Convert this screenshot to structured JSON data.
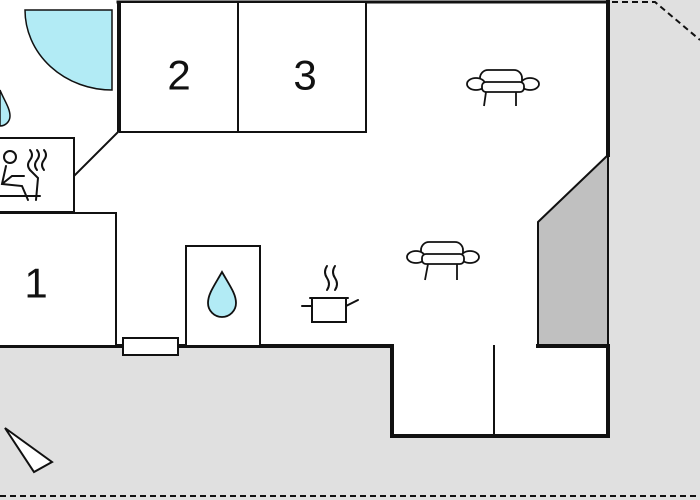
{
  "floorplan": {
    "rooms": [
      {
        "label": "2"
      },
      {
        "label": "3"
      },
      {
        "label": "1"
      }
    ],
    "icons": {
      "sofa_top": "sofa-icon",
      "sofa_middle": "sofa-icon",
      "kitchen": "cooking-pot-icon",
      "sauna": "sauna-icon",
      "bathroom": "water-drop-icon",
      "shower": "water-drop-icon",
      "compass": "north-arrow-icon"
    },
    "colors": {
      "wall": "#111111",
      "outdoor": "#e0e0e0",
      "stair": "#c0c0c0",
      "water": "#b2ebf5"
    }
  }
}
